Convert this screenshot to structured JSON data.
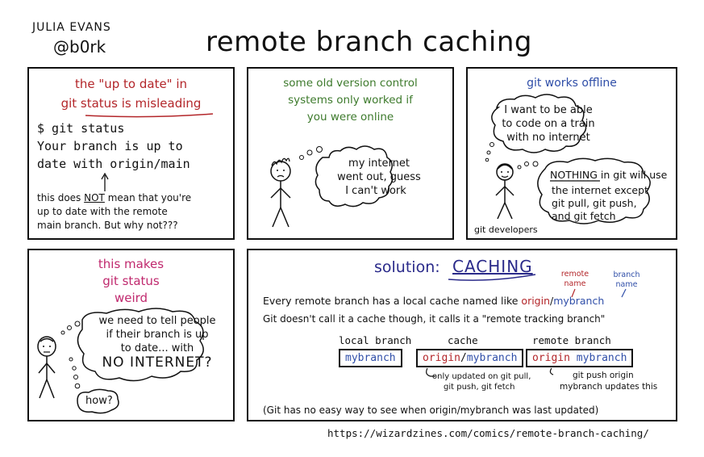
{
  "author": {
    "name": "JULIA EVANS",
    "handle": "@b0rk"
  },
  "title": "remote branch caching",
  "panel1": {
    "heading_line1": "the \"up to date\" in",
    "heading_line2": "git status is misleading",
    "command": "$ git status",
    "output_line1": "Your branch is up to",
    "output_line2": "date with origin/main",
    "note_pre": "this does ",
    "note_not": "NOT",
    "note_post": " mean that you're",
    "note_line2": "up to date with the remote",
    "note_line3": "main branch. But why not???"
  },
  "panel2": {
    "heading_line1": "some old version control",
    "heading_line2": "systems only worked if",
    "heading_line3": "you were online",
    "bubble_line1": "my internet",
    "bubble_line2": "went out, guess",
    "bubble_line3": "I can't work"
  },
  "panel3": {
    "heading": "git works offline",
    "bubble1_line1": "I want to be able",
    "bubble1_line2": "to code on a train",
    "bubble1_line3": "with no internet",
    "bubble2_nothing": "NOTHING",
    "bubble2_line1_rest": " in git will use",
    "bubble2_line2": "the internet except",
    "bubble2_line3": "git pull, git push,",
    "bubble2_line4": "and git fetch",
    "caption": "git developers"
  },
  "panel4": {
    "heading_line1": "this makes",
    "heading_line2": "git status",
    "heading_line3": "weird",
    "bubble_line1": "we need to tell people",
    "bubble_line2": "if their branch is up",
    "bubble_line3": "to date... with",
    "bubble_line4": "NO INTERNET?",
    "small_bubble": "how?"
  },
  "panel5": {
    "solution_label": "solution:",
    "solution_word": "CACHING",
    "remote_name_label_1": "remote",
    "remote_name_label_2": "name",
    "branch_name_label_1": "branch",
    "branch_name_label_2": "name",
    "line1_pre": "Every remote branch has a local cache named like ",
    "line1_origin": "origin",
    "line1_slash": "/",
    "line1_branch": "mybranch",
    "line2": "Git doesn't call it a cache though, it calls it a \"remote tracking branch\"",
    "col_local": "local branch",
    "col_cache": "cache",
    "col_remote": "remote branch",
    "box_local": "mybranch",
    "box_cache_origin": "origin",
    "box_cache_slash": "/",
    "box_cache_branch": "mybranch",
    "box_remote_origin": "origin",
    "box_remote_branch": " mybranch",
    "cache_note_line1": "only updated on git pull,",
    "cache_note_line2": "git push, git fetch",
    "remote_note_line1": "git push origin",
    "remote_note_line2": "mybranch updates this",
    "footer": "(Git has no easy way to see when origin/mybranch was last updated)"
  },
  "url": "https://wizardzines.com/comics/remote-branch-caching/",
  "colors": {
    "red": "#b3262a",
    "green": "#3d7a2c",
    "blue": "#2f4ea8",
    "pink": "#c0296e",
    "navy": "#2a2a8a"
  }
}
